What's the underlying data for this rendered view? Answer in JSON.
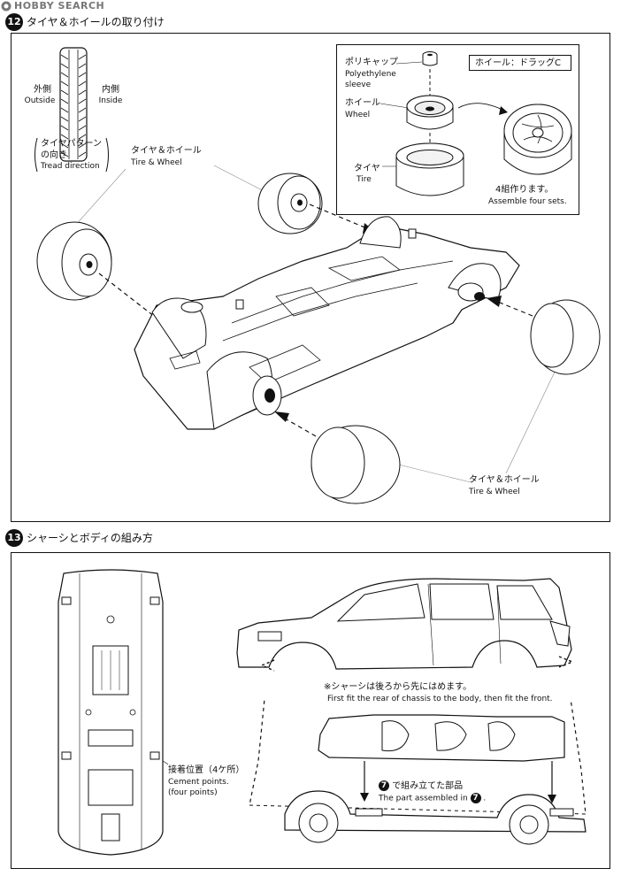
{
  "watermark": {
    "brand": "HOBBY SEARCH"
  },
  "step12": {
    "number": "12",
    "title": "タイヤ＆ホイールの取り付け",
    "outside_jp": "外側",
    "outside_en": "Outside",
    "inside_jp": "内側",
    "inside_en": "Inside",
    "tread_jp_1": "タイヤパターン",
    "tread_jp_2": "の向き",
    "tread_en": "Tread direction",
    "tire_wheel_jp": "タイヤ＆ホイール",
    "tire_wheel_en": "Tire & Wheel",
    "inset": {
      "polycap_jp": "ポリキャップ",
      "polycap_en_1": "Polyethylene",
      "polycap_en_2": "sleeve",
      "wheel_jp": "ホイール",
      "wheel_en": "Wheel",
      "tire_jp": "タイヤ",
      "tire_en": "Tire",
      "wheel_type": "ホイール：ドラッグC",
      "sets_jp": "4組作ります。",
      "sets_en": "Assemble four sets."
    },
    "tire_wheel_jp_2": "タイヤ＆ホイール",
    "tire_wheel_en_2": "Tire & Wheel"
  },
  "step13": {
    "number": "13",
    "title": "シャーシとボディの組み方",
    "cement_jp": "接着位置（4ケ所）",
    "cement_en_1": "Cement points.",
    "cement_en_2": "(four points)",
    "note_jp": "※シャーシは後ろから先にはめます。",
    "note_en": "First fit the rear of chassis to the body, then fit the front.",
    "ref_number": "7",
    "ref_jp": "で組み立てた部品",
    "ref_en": "The part assembled in"
  }
}
